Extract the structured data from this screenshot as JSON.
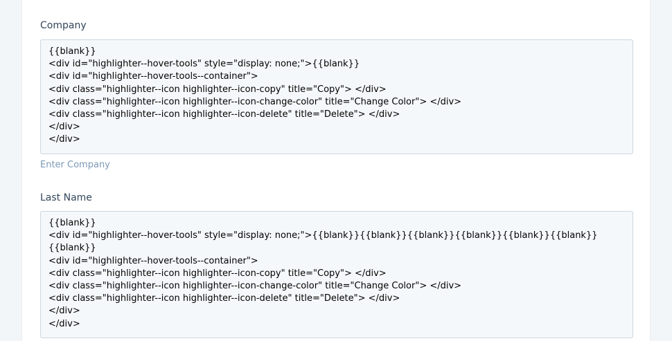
{
  "form": {
    "company": {
      "label": "Company",
      "value": "{{blank}}\n<div id=\"highlighter--hover-tools\" style=\"display: none;\">{{blank}}\n<div id=\"highlighter--hover-tools--container\">\n<div class=\"highlighter--icon highlighter--icon-copy\" title=\"Copy\"> </div>\n<div class=\"highlighter--icon highlighter--icon-change-color\" title=\"Change Color\"> </div>\n<div class=\"highlighter--icon highlighter--icon-delete\" title=\"Delete\"> </div>\n</div>\n</div>",
      "help": "Enter Company"
    },
    "last_name": {
      "label": "Last Name",
      "value": "{{blank}}\n<div id=\"highlighter--hover-tools\" style=\"display: none;\">{{blank}}{{blank}}{{blank}}{{blank}}{{blank}}{{blank}}{{blank}}\n<div id=\"highlighter--hover-tools--container\">\n<div class=\"highlighter--icon highlighter--icon-copy\" title=\"Copy\"> </div>\n<div class=\"highlighter--icon highlighter--icon-change-color\" title=\"Change Color\"> </div>\n<div class=\"highlighter--icon highlighter--icon-delete\" title=\"Delete\"> </div>\n</div>\n</div>"
    }
  }
}
